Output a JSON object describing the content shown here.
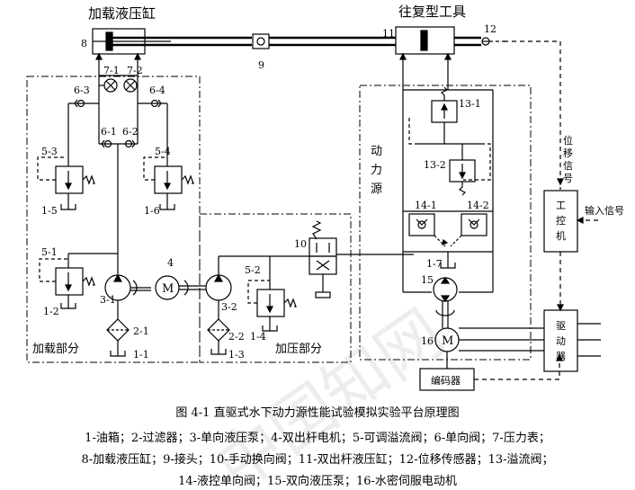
{
  "titles": {
    "loading_cylinder": "加载液压缸",
    "reciprocating_tool": "往复型工具"
  },
  "regions": {
    "power_source": [
      "动",
      "力",
      "源"
    ],
    "loading_part": "加载部分",
    "pressurizing_part": "加压部分"
  },
  "labels": {
    "n8": "8",
    "n9": "9",
    "n11": "11",
    "n12": "12",
    "n7_1": "7-1",
    "n7_2": "7-2",
    "n6_3": "6-3",
    "n6_4": "6-4",
    "n6_1": "6-1",
    "n6_2": "6-2",
    "n5_3": "5-3",
    "n5_4": "5-4",
    "n1_5": "1-5",
    "n1_6": "1-6",
    "n5_1": "5-1",
    "n1_2": "1-2",
    "n3_1": "3-1",
    "n4": "4",
    "n2_1": "2-1",
    "n1_1": "1-1",
    "n3_2": "3-2",
    "n5_2": "5-2",
    "n2_2": "2-2",
    "n1_4": "1-4",
    "n1_3": "1-3",
    "n10": "10",
    "n13_1": "13-1",
    "n13_2": "13-2",
    "n14_1": "14-1",
    "n14_2": "14-2",
    "n1_7": "1-7",
    "n15": "15",
    "n16": "16"
  },
  "blocks": {
    "controller": [
      "工",
      "控",
      "机"
    ],
    "driver": [
      "驱",
      "动",
      "器"
    ],
    "encoder": "编码器"
  },
  "signals": {
    "displacement": [
      "位",
      "移",
      "信",
      "号"
    ],
    "input_signal": "输入信号"
  },
  "symbols": {
    "motor": "M"
  },
  "watermark": "中国知网",
  "caption": {
    "title": "图 4-1  直驱式水下动力源性能试验模拟实验平台原理图",
    "line1": "1-油箱；2-过滤器；3-单向液压泵；4-双出杆电机；5-可调溢流阀；6-单向阀；7-压力表；",
    "line2": "8-加载液压缸；9-接头；10-手动换向阀；11-双出杆液压缸；12-位移传感器；13-溢流阀；",
    "line3": "14-液控单向阀；15-双向液压泵；16-水密伺服电动机"
  }
}
